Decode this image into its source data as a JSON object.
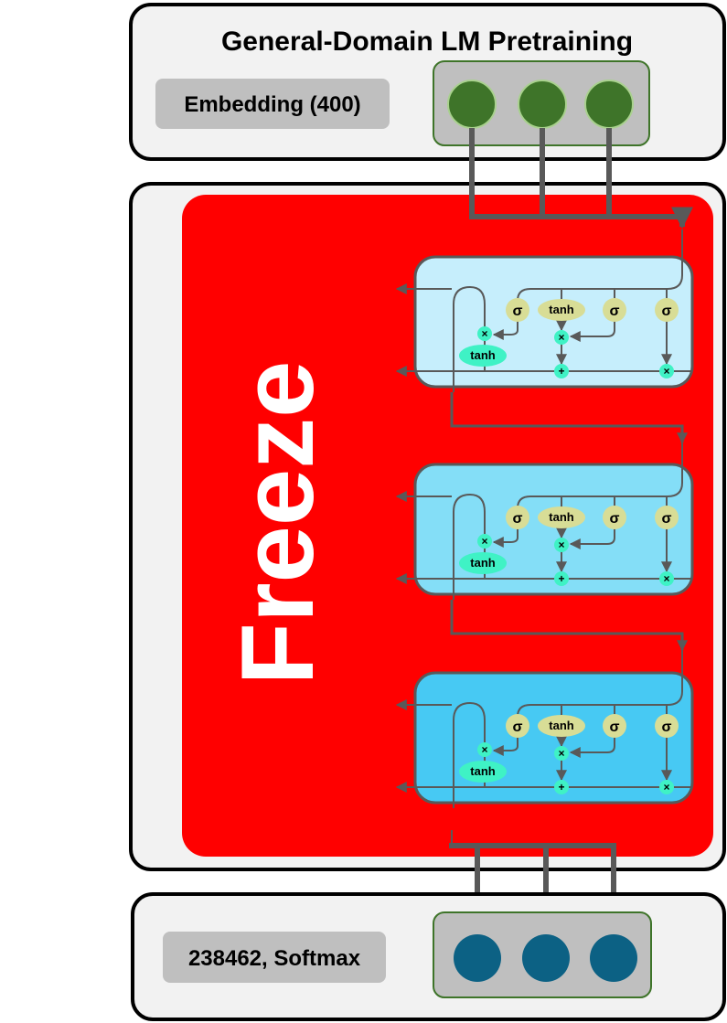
{
  "top_panel": {
    "title": "General-Domain LM Pretraining",
    "embedding_label": "Embedding (400)"
  },
  "middle_panel": {
    "freeze_label": "Freeze",
    "lstm_cells": [
      {
        "gates": [
          "σ",
          "tanh",
          "σ",
          "σ"
        ],
        "ops": [
          "×",
          "×",
          "+",
          "×",
          "×"
        ],
        "cell_activation": "tanh",
        "color": "#c6eefc"
      },
      {
        "gates": [
          "σ",
          "tanh",
          "σ",
          "σ"
        ],
        "ops": [
          "×",
          "×",
          "+",
          "×",
          "×"
        ],
        "cell_activation": "tanh",
        "color": "#84def7"
      },
      {
        "gates": [
          "σ",
          "tanh",
          "σ",
          "σ"
        ],
        "ops": [
          "×",
          "×",
          "+",
          "×",
          "×"
        ],
        "cell_activation": "tanh",
        "color": "#47c9f3"
      }
    ]
  },
  "bottom_panel": {
    "output_label": "238462, Softmax"
  },
  "colors": {
    "freeze_red": "#ff0000",
    "input_node": "#3e7429",
    "output_node": "#0c6184",
    "gate_yellow": "#d8dd96",
    "op_teal": "#3ff2c5",
    "arrow_gray": "#595959"
  }
}
